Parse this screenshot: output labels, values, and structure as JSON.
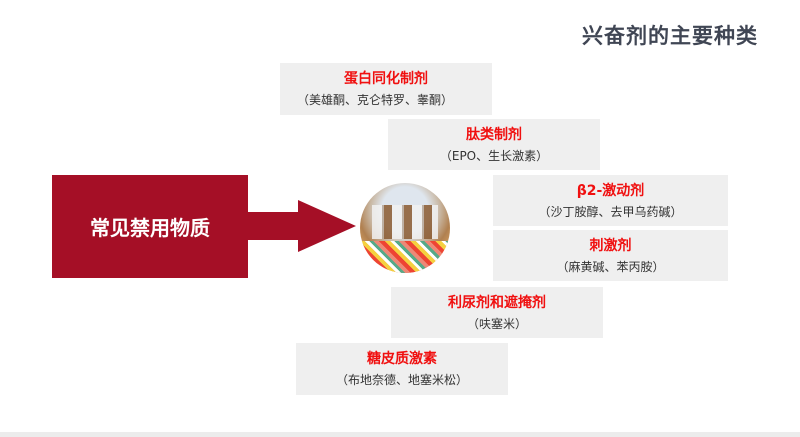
{
  "title": "兴奋剂的主要种类",
  "main_label": "常见禁用物质",
  "categories": [
    {
      "name": "蛋白同化制剂",
      "examples": "（美雄酮、克仑特罗、睾酮）"
    },
    {
      "name": "肽类制剂",
      "examples": "（EPO、生长激素）"
    },
    {
      "name": "β2-激动剂",
      "examples": "（沙丁胺醇、去甲乌药碱）"
    },
    {
      "name": "刺激剂",
      "examples": "（麻黄碱、苯丙胺）"
    },
    {
      "name": "利尿剂和遮掩剂",
      "examples": "（呋塞米）"
    },
    {
      "name": "糖皮质激素",
      "examples": "（布地奈德、地塞米松）"
    }
  ],
  "colors": {
    "accent": "#a50f26",
    "heading_red": "#f01010",
    "box_bg": "#efefef"
  }
}
